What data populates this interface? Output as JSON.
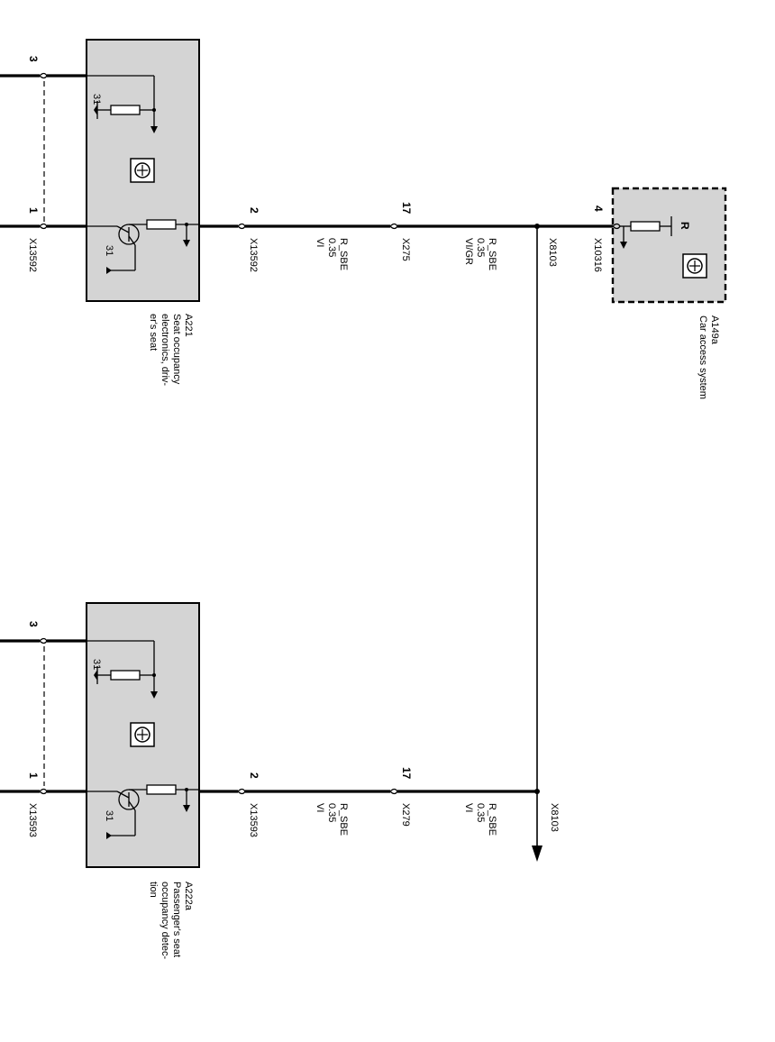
{
  "modules": {
    "a221": {
      "id": "A221",
      "desc": [
        "Seat occupancy",
        "electronics, driv-",
        "er's seat"
      ]
    },
    "a222a": {
      "id": "A222a",
      "desc": [
        "Passenger's seat",
        "occupancy detec-",
        "tion"
      ]
    },
    "a149a": {
      "id": "A149a",
      "desc": [
        "Car access system"
      ]
    }
  },
  "connectors": {
    "x13592": "X13592",
    "x13593": "X13593",
    "x275": "X275",
    "x279": "X279",
    "x8103": "X8103",
    "x10316": "X10316"
  },
  "pins": {
    "p1": "1",
    "p2": "2",
    "p3": "3",
    "p4": "4",
    "p17": "17",
    "p31": "31",
    "pR": "R"
  },
  "wires": {
    "top_a": {
      "name": "R_SBE",
      "size": "0.35",
      "color": "VI"
    },
    "top_b": {
      "name": "R_SBE",
      "size": "0.35",
      "color": "VI/GR"
    },
    "bot_a": {
      "name": "R_SBE",
      "size": "0.35",
      "color": "VI"
    },
    "bot_b": {
      "name": "R_SBE",
      "size": "0.35",
      "color": "VI"
    }
  },
  "icons": [
    "sensor-icon",
    "resistor-icon",
    "transistor-icon",
    "ground-arrow-icon",
    "control-unit-icon"
  ]
}
